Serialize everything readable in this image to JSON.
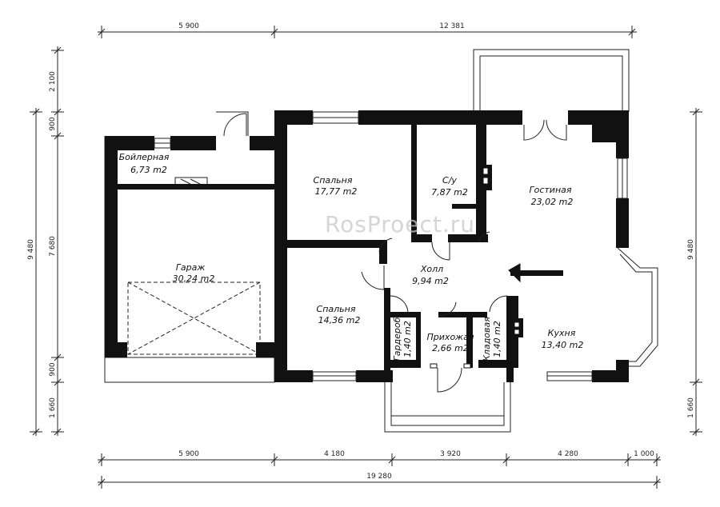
{
  "watermark": "RosProect.ru",
  "dims": {
    "top_a": "5 900",
    "top_b": "12 381",
    "bottom_a": "5 900",
    "bottom_b": "4 180",
    "bottom_c": "3 920",
    "bottom_d": "4 280",
    "bottom_e": "1 000",
    "total": "19 280",
    "left_a": "2 100",
    "left_b": "900",
    "left_c": "7 680",
    "left_d": "900",
    "left_e": "1 660",
    "left_total": "9 480",
    "right_a": "9 480",
    "right_b": "1 660"
  },
  "rooms": {
    "boiler": {
      "name": "Бойлерная",
      "area": "6,73 m2"
    },
    "garage": {
      "name": "Гараж",
      "area": "30,24 m2"
    },
    "bedroom1": {
      "name": "Спальня",
      "area": "17,77 m2"
    },
    "bath": {
      "name": "С/у",
      "area": "7,87 m2"
    },
    "living": {
      "name": "Гостиная",
      "area": "23,02 m2"
    },
    "hall": {
      "name": "Холл",
      "area": "9,94 m2"
    },
    "bedroom2": {
      "name": "Спальня",
      "area": "14,36 m2"
    },
    "wardrobe": {
      "name": "Гардероб",
      "area": "1,40 m2"
    },
    "entry": {
      "name": "Прихожая",
      "area": "2,66 m2"
    },
    "pantry": {
      "name": "Кладовая",
      "area": "1,40 m2"
    },
    "kitchen": {
      "name": "Кухня",
      "area": "13,40 m2"
    }
  }
}
